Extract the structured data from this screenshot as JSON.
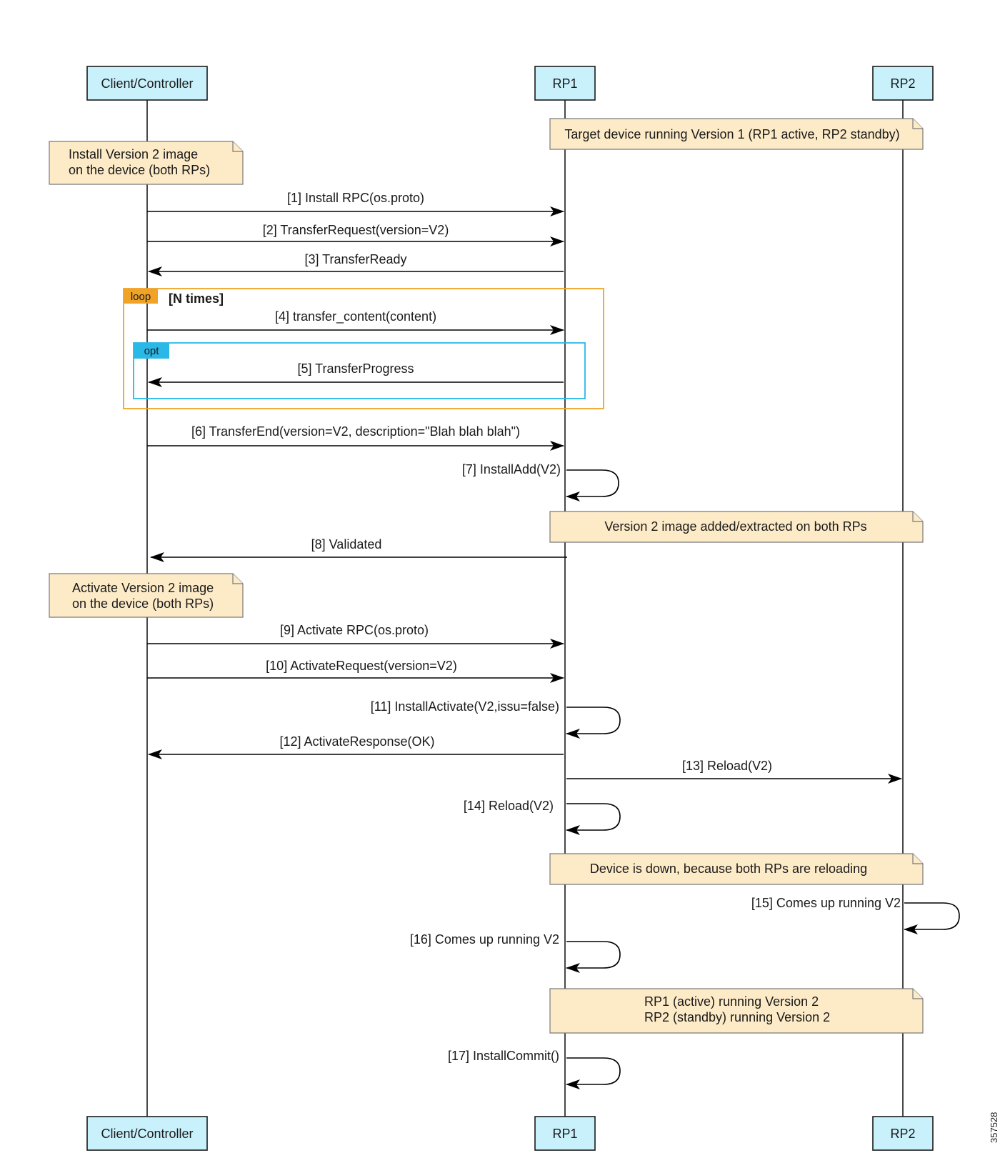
{
  "participants": [
    {
      "id": "client",
      "label": "Client/Controller"
    },
    {
      "id": "rp1",
      "label": "RP1"
    },
    {
      "id": "rp2",
      "label": "RP2"
    }
  ],
  "notes": [
    {
      "id": "n1",
      "lines": [
        "Target device running Version 1 (RP1 active, RP2 standby)"
      ]
    },
    {
      "id": "n2",
      "lines": [
        "Install Version 2 image",
        "on the device (both RPs)"
      ]
    },
    {
      "id": "n3",
      "lines": [
        "Version 2 image added/extracted on both RPs"
      ]
    },
    {
      "id": "n4",
      "lines": [
        "Activate Version 2 image",
        "on the device (both RPs)"
      ]
    },
    {
      "id": "n5",
      "lines": [
        "Device is down, because both RPs are reloading"
      ]
    },
    {
      "id": "n6",
      "lines": [
        "RP1 (active) running Version 2",
        "RP2 (standby) running Version 2"
      ]
    }
  ],
  "fragments": [
    {
      "id": "loop",
      "kind": "loop",
      "guard": "[N times]",
      "color": "#f0a326"
    },
    {
      "id": "opt",
      "kind": "opt",
      "guard": "",
      "color": "#2ab8e6"
    }
  ],
  "messages": [
    {
      "n": 1,
      "label": "[1] Install RPC(os.proto)",
      "from": "client",
      "to": "rp1"
    },
    {
      "n": 2,
      "label": "[2] TransferRequest(version=V2)",
      "from": "client",
      "to": "rp1"
    },
    {
      "n": 3,
      "label": "[3] TransferReady",
      "from": "rp1",
      "to": "client"
    },
    {
      "n": 4,
      "label": "[4] transfer_content(content)",
      "from": "client",
      "to": "rp1"
    },
    {
      "n": 5,
      "label": "[5] TransferProgress",
      "from": "rp1",
      "to": "client"
    },
    {
      "n": 6,
      "label": "[6] TransferEnd(version=V2, description=\"Blah blah blah\")",
      "from": "client",
      "to": "rp1"
    },
    {
      "n": 7,
      "label": "[7] InstallAdd(V2)",
      "from": "rp1",
      "to": "rp1"
    },
    {
      "n": 8,
      "label": "[8] Validated",
      "from": "rp1",
      "to": "client"
    },
    {
      "n": 9,
      "label": "[9] Activate RPC(os.proto)",
      "from": "client",
      "to": "rp1"
    },
    {
      "n": 10,
      "label": "[10] ActivateRequest(version=V2)",
      "from": "client",
      "to": "rp1"
    },
    {
      "n": 11,
      "label": "[11] InstallActivate(V2,issu=false)",
      "from": "rp1",
      "to": "rp1"
    },
    {
      "n": 12,
      "label": "[12] ActivateResponse(OK)",
      "from": "rp1",
      "to": "client"
    },
    {
      "n": 13,
      "label": "[13] Reload(V2)",
      "from": "rp1",
      "to": "rp2"
    },
    {
      "n": 14,
      "label": "[14] Reload(V2)",
      "from": "rp1",
      "to": "rp1"
    },
    {
      "n": 15,
      "label": "[15] Comes up running V2",
      "from": "rp2",
      "to": "rp2"
    },
    {
      "n": 16,
      "label": "[16] Comes up running V2",
      "from": "rp1",
      "to": "rp1"
    },
    {
      "n": 17,
      "label": "[17] InstallCommit()",
      "from": "rp1",
      "to": "rp1"
    }
  ],
  "figure_id": "357528"
}
